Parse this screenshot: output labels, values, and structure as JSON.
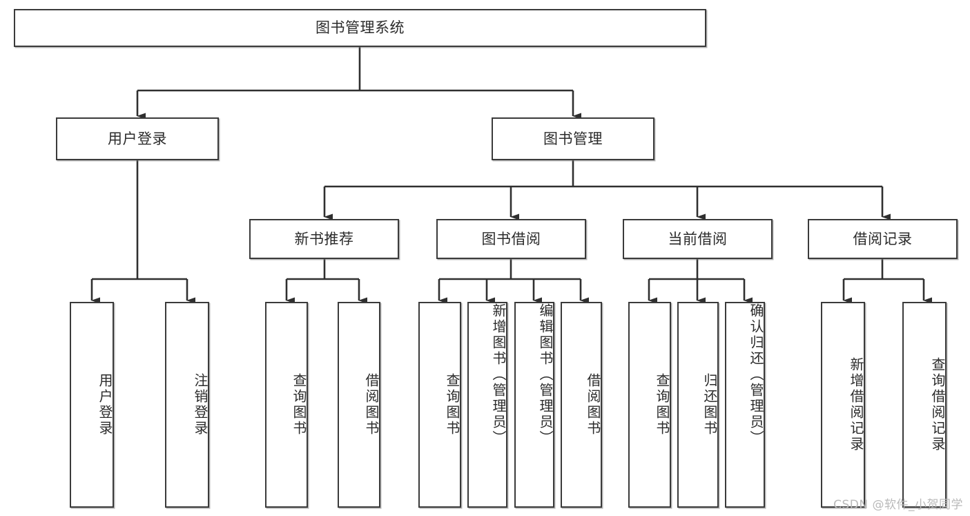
{
  "diagram": {
    "title": "图书管理系统",
    "root": {
      "id": "root",
      "label": "图书管理系统"
    },
    "level2": [
      {
        "id": "user-login",
        "label": "用户登录"
      },
      {
        "id": "book-manage",
        "label": "图书管理"
      }
    ],
    "level3": [
      {
        "id": "new-book-recommend",
        "label": "新书推荐"
      },
      {
        "id": "book-borrow",
        "label": "图书借阅"
      },
      {
        "id": "current-borrow",
        "label": "当前借阅"
      },
      {
        "id": "borrow-record",
        "label": "借阅记录"
      }
    ],
    "leaves": {
      "user_login": [
        {
          "id": "leaf-user-login",
          "label": "用户登录"
        },
        {
          "id": "leaf-logout-login",
          "label": "注销登录"
        }
      ],
      "new_book_recommend": [
        {
          "id": "leaf-query-book-1",
          "label": "查询图书"
        },
        {
          "id": "leaf-borrow-book-1",
          "label": "借阅图书"
        }
      ],
      "book_borrow": [
        {
          "id": "leaf-query-book-2",
          "label": "查询图书"
        },
        {
          "id": "leaf-add-book",
          "label": "新增图书（管理员）"
        },
        {
          "id": "leaf-edit-book",
          "label": "编辑图书（管理员）"
        },
        {
          "id": "leaf-borrow-book-2",
          "label": "借阅图书"
        }
      ],
      "current_borrow": [
        {
          "id": "leaf-query-book-3",
          "label": "查询图书"
        },
        {
          "id": "leaf-return-book",
          "label": "归还图书"
        },
        {
          "id": "leaf-confirm-return",
          "label": "确认归还（管理员）"
        }
      ],
      "borrow_record": [
        {
          "id": "leaf-add-record",
          "label": "新增借阅记录"
        },
        {
          "id": "leaf-query-record",
          "label": "查询借阅记录"
        }
      ]
    }
  },
  "watermark": {
    "text": "CSDN @软件_小贺同学"
  },
  "colors": {
    "box_border": "#3a3a3a",
    "box_fill": "#ffffff",
    "text": "#2b2b2b",
    "line": "#2f2f2f",
    "watermark": "#b9b9b9",
    "background": "#ffffff"
  }
}
